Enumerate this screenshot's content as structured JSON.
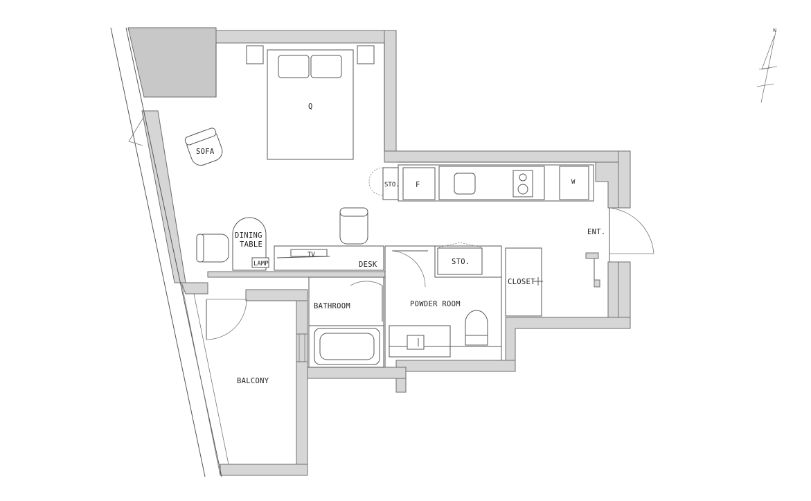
{
  "plan": {
    "labels": {
      "bed": "Q",
      "sofa": "SOFA",
      "dining_1": "DINING",
      "dining_2": "TABLE",
      "lamp": "LAMP",
      "tv": "TV",
      "desk": "DESK",
      "storage_1": "STO.",
      "fridge": "F",
      "washer": "W",
      "entrance": "ENT.",
      "storage_2": "STO.",
      "closet": "CLOSET",
      "bathroom": "BATHROOM",
      "powder_room": "POWDER ROOM",
      "balcony": "BALCONY"
    },
    "north": "N",
    "colors": {
      "wall": "#d6d6d6",
      "line": "#555555",
      "background": "#ffffff"
    }
  }
}
